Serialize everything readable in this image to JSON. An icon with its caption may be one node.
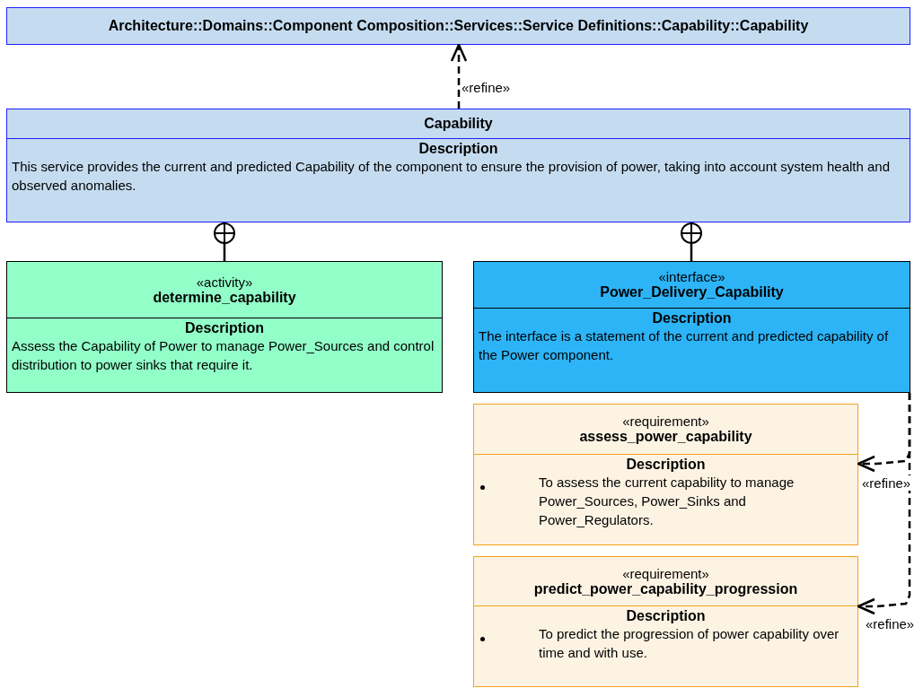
{
  "diagram": {
    "nodes": [
      {
        "text": [
          "Architecture::Domains::Component Composition::Services::Service Definitions::Capability::Capability"
        ]
      },
      {
        "text": [
          "Capability",
          "Description",
          "This service provides the current and predicted Capability of the component to ensure the provision of power, taking into account system health and observed anomalies."
        ]
      },
      {
        "text": [
          "«activity»",
          "determine_capability",
          "Description",
          "Assess the Capability of Power to manage Power_Sources and control distribution to power sinks that require it."
        ]
      },
      {
        "text": [
          "«interface»",
          "Power_Delivery_Capability",
          "Description",
          "The interface is a statement of the current and predicted capability of the Power component."
        ]
      },
      {
        "text": [
          "«requirement»",
          "assess_power_capability",
          "Description",
          "To assess the current capability to manage Power_Sources, Power_Sinks and Power_Regulators."
        ]
      },
      {
        "text": [
          "«requirement»",
          "predict_power_capability_progression",
          "Description",
          "To predict the progression of power capability over time and with use."
        ]
      }
    ],
    "edges": [
      {
        "from": 1,
        "to": 0,
        "arrow": "to",
        "label": "«refine»",
        "style": "dashed"
      },
      {
        "from": 2,
        "to": 1,
        "arrow": "other"
      },
      {
        "from": 3,
        "to": 1,
        "arrow": "other"
      },
      {
        "from": 3,
        "to": 4,
        "arrow": "to",
        "label": "«refine»",
        "style": "dashed"
      },
      {
        "from": 3,
        "to": 5,
        "arrow": "to",
        "label": "«refine»",
        "style": "dashed"
      }
    ]
  }
}
